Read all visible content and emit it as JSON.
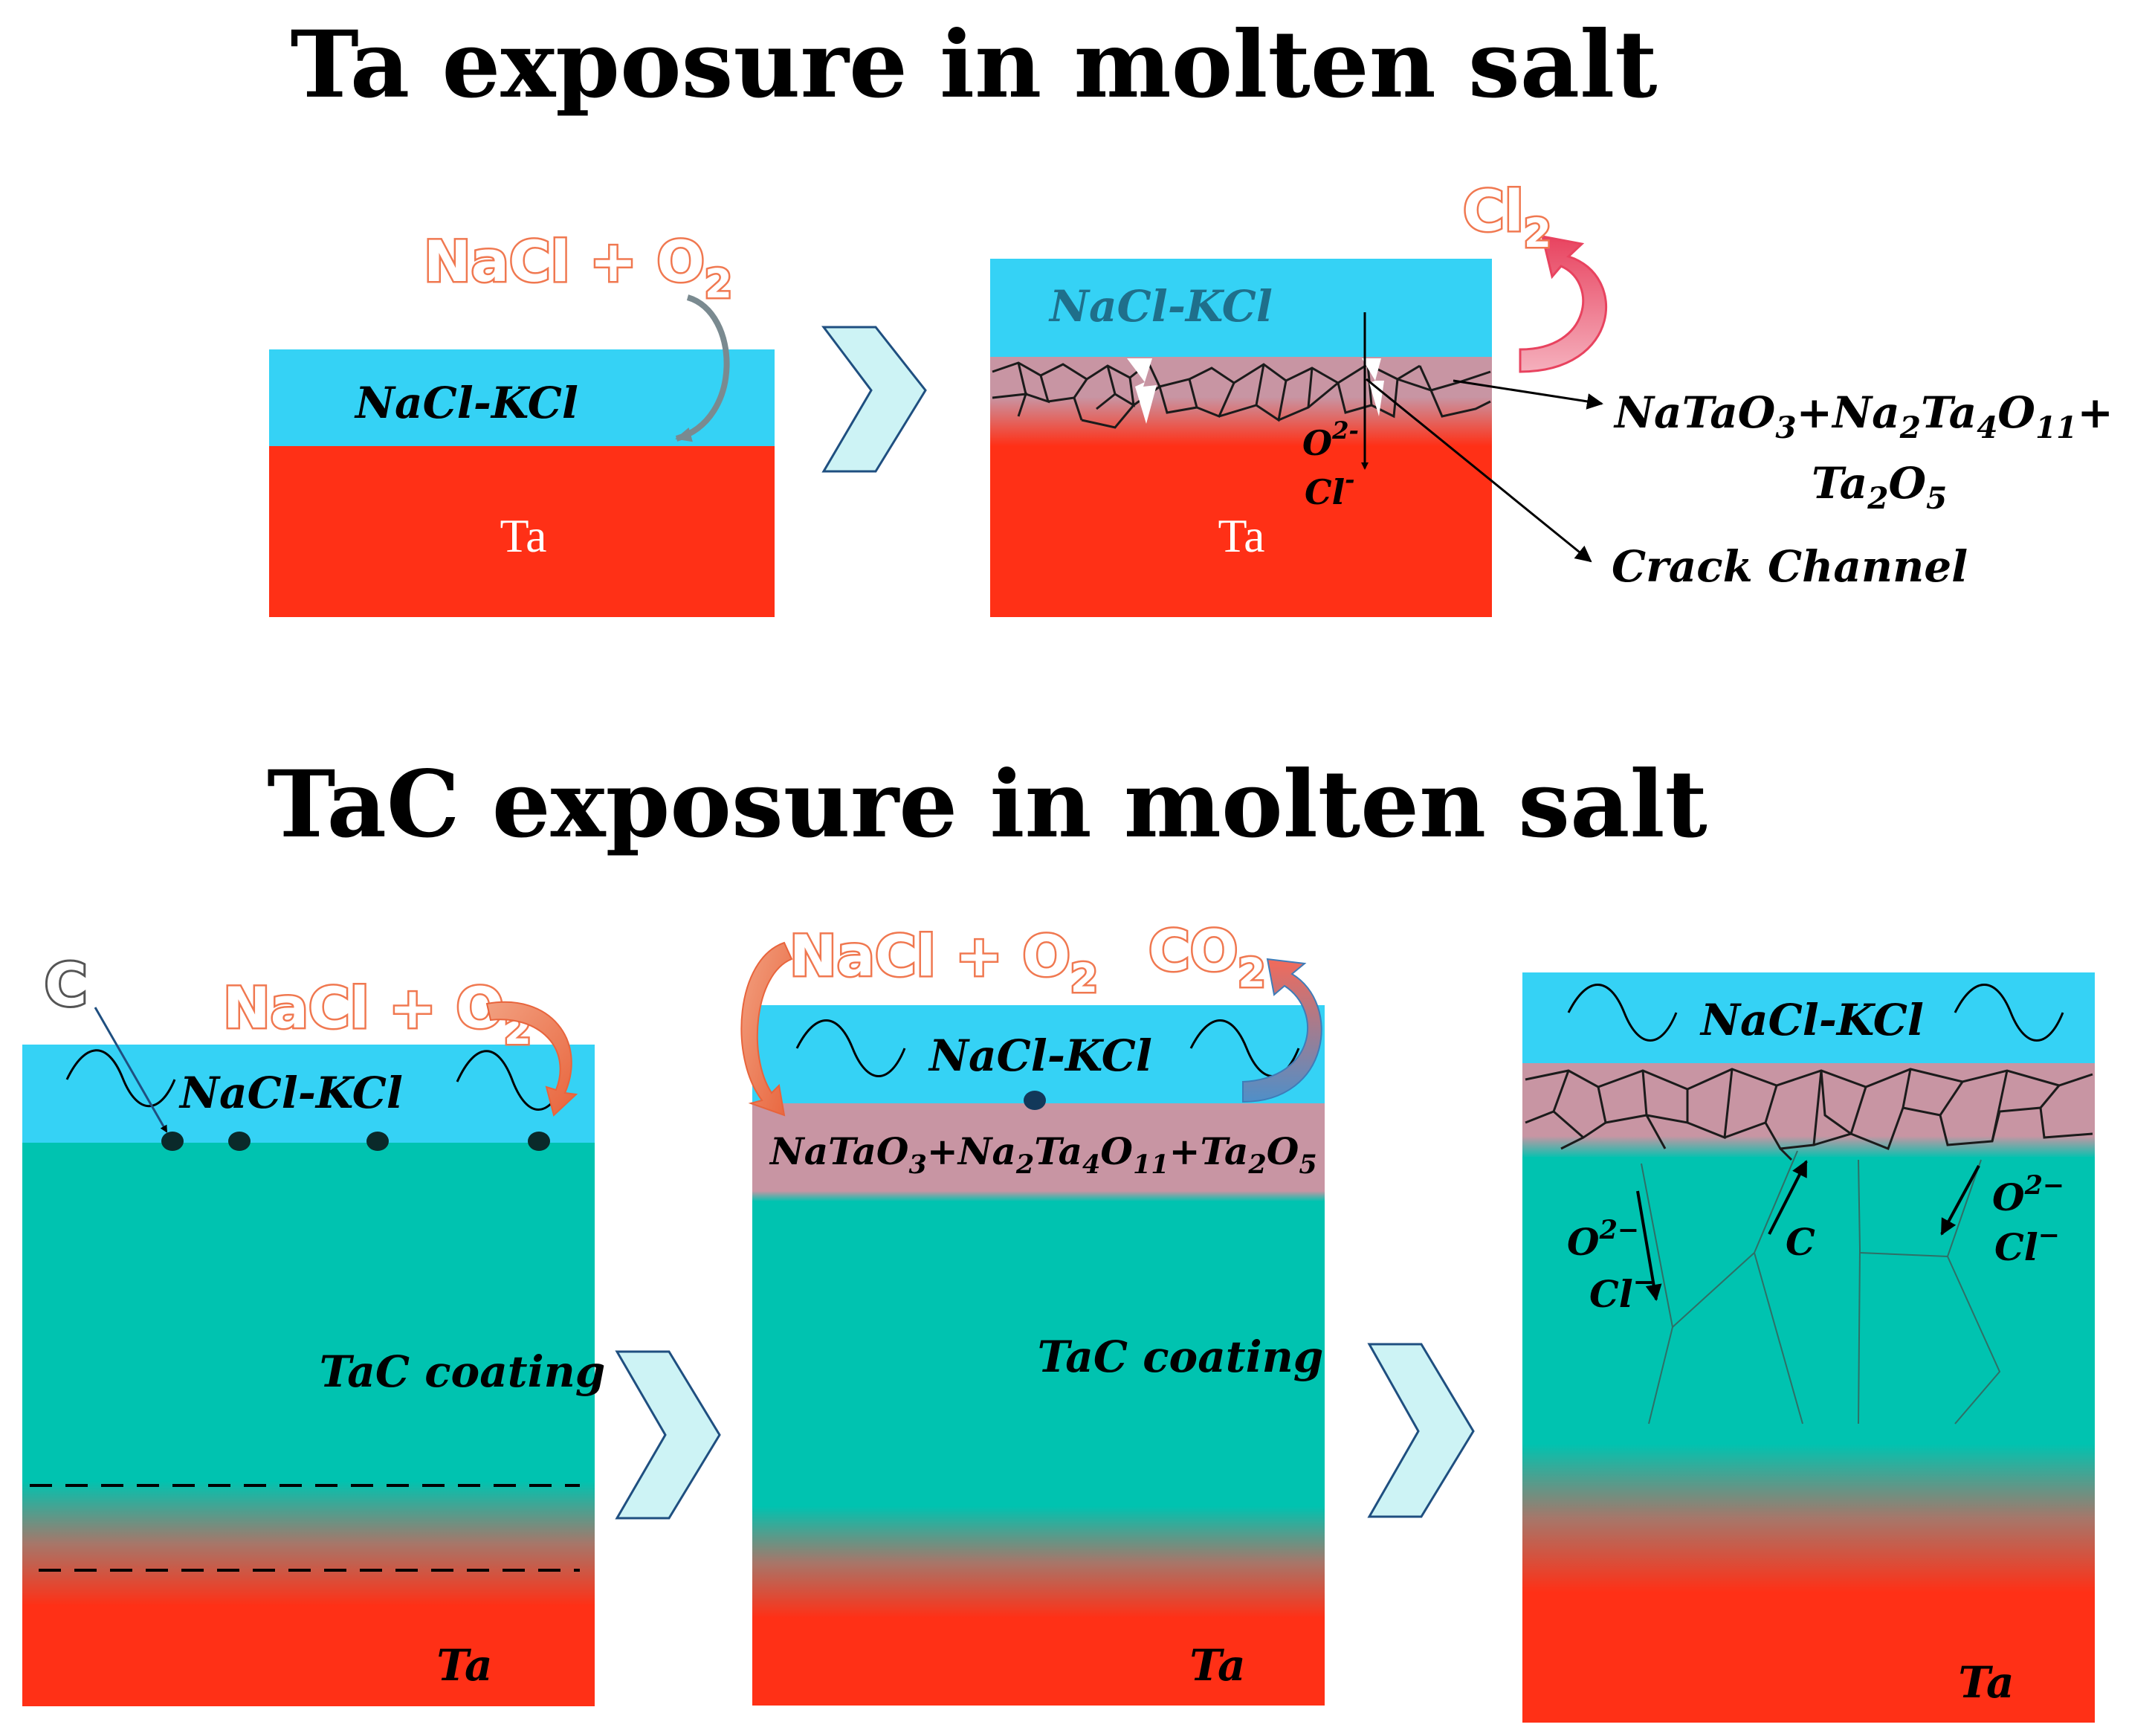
{
  "top": {
    "title": "Ta exposure in molten salt",
    "left": {
      "salt": "NaCl-KCl",
      "substrate": "Ta",
      "reactant": {
        "main": "NaCl + O",
        "sub": "2"
      }
    },
    "right": {
      "salt": "NaCl-KCl",
      "substrate": "Ta",
      "product_gas": {
        "main": "Cl",
        "sub": "2"
      },
      "ion_o": {
        "main": "O",
        "sup": "2-"
      },
      "ion_cl": {
        "main": "Cl",
        "sup": "-"
      },
      "oxide_label": {
        "a": "NaTaO",
        "a_sub": "3",
        "b": "+Na",
        "b_sub": "2",
        "c": "Ta",
        "c_sub": "4",
        "d": "O",
        "d_sub": "11",
        "e": "+"
      },
      "oxide_label_2": {
        "a": "Ta",
        "a_sub": "2",
        "b": "O",
        "b_sub": "5"
      },
      "crack_label": "Crack Channel"
    }
  },
  "bottom": {
    "title": "TaC exposure in molten salt",
    "panel1": {
      "carbon": "C",
      "reactant": {
        "main": "NaCl + O",
        "sub": "2"
      },
      "salt": "NaCl-KCl",
      "coating": "TaC coating",
      "substrate": "Ta"
    },
    "panel2": {
      "reactant": {
        "main": "NaCl + O",
        "sub": "2"
      },
      "product_gas": {
        "main": "CO",
        "sub": "2"
      },
      "salt": "NaCl-KCl",
      "oxide": {
        "a": "NaTaO",
        "a_sub": "3",
        "b": "+Na",
        "b_sub": "2",
        "c": "Ta",
        "c_sub": "4",
        "d": "O",
        "d_sub": "11",
        "e": "+Ta",
        "e_sub": "2",
        "f": "O",
        "f_sub": "5"
      },
      "coating": "TaC coating",
      "substrate": "Ta"
    },
    "panel3": {
      "salt": "NaCl-KCl",
      "ion_o_left": {
        "main": "O",
        "sup": "2−"
      },
      "ion_cl_left": {
        "main": "Cl",
        "sup": "−"
      },
      "carbon_out": "C",
      "ion_o_right": {
        "main": "O",
        "sup": "2−"
      },
      "ion_cl_right": {
        "main": "Cl",
        "sup": "−"
      },
      "substrate": "Ta"
    }
  },
  "colors": {
    "salt": "#35d2f5",
    "substrate": "#ff3016",
    "coating": "#00c3b0",
    "oxide": "#c895a3",
    "gas_outline": "#f07850",
    "chevron_fill": "#cdf3f5",
    "chevron_stroke": "#1f4f80"
  }
}
